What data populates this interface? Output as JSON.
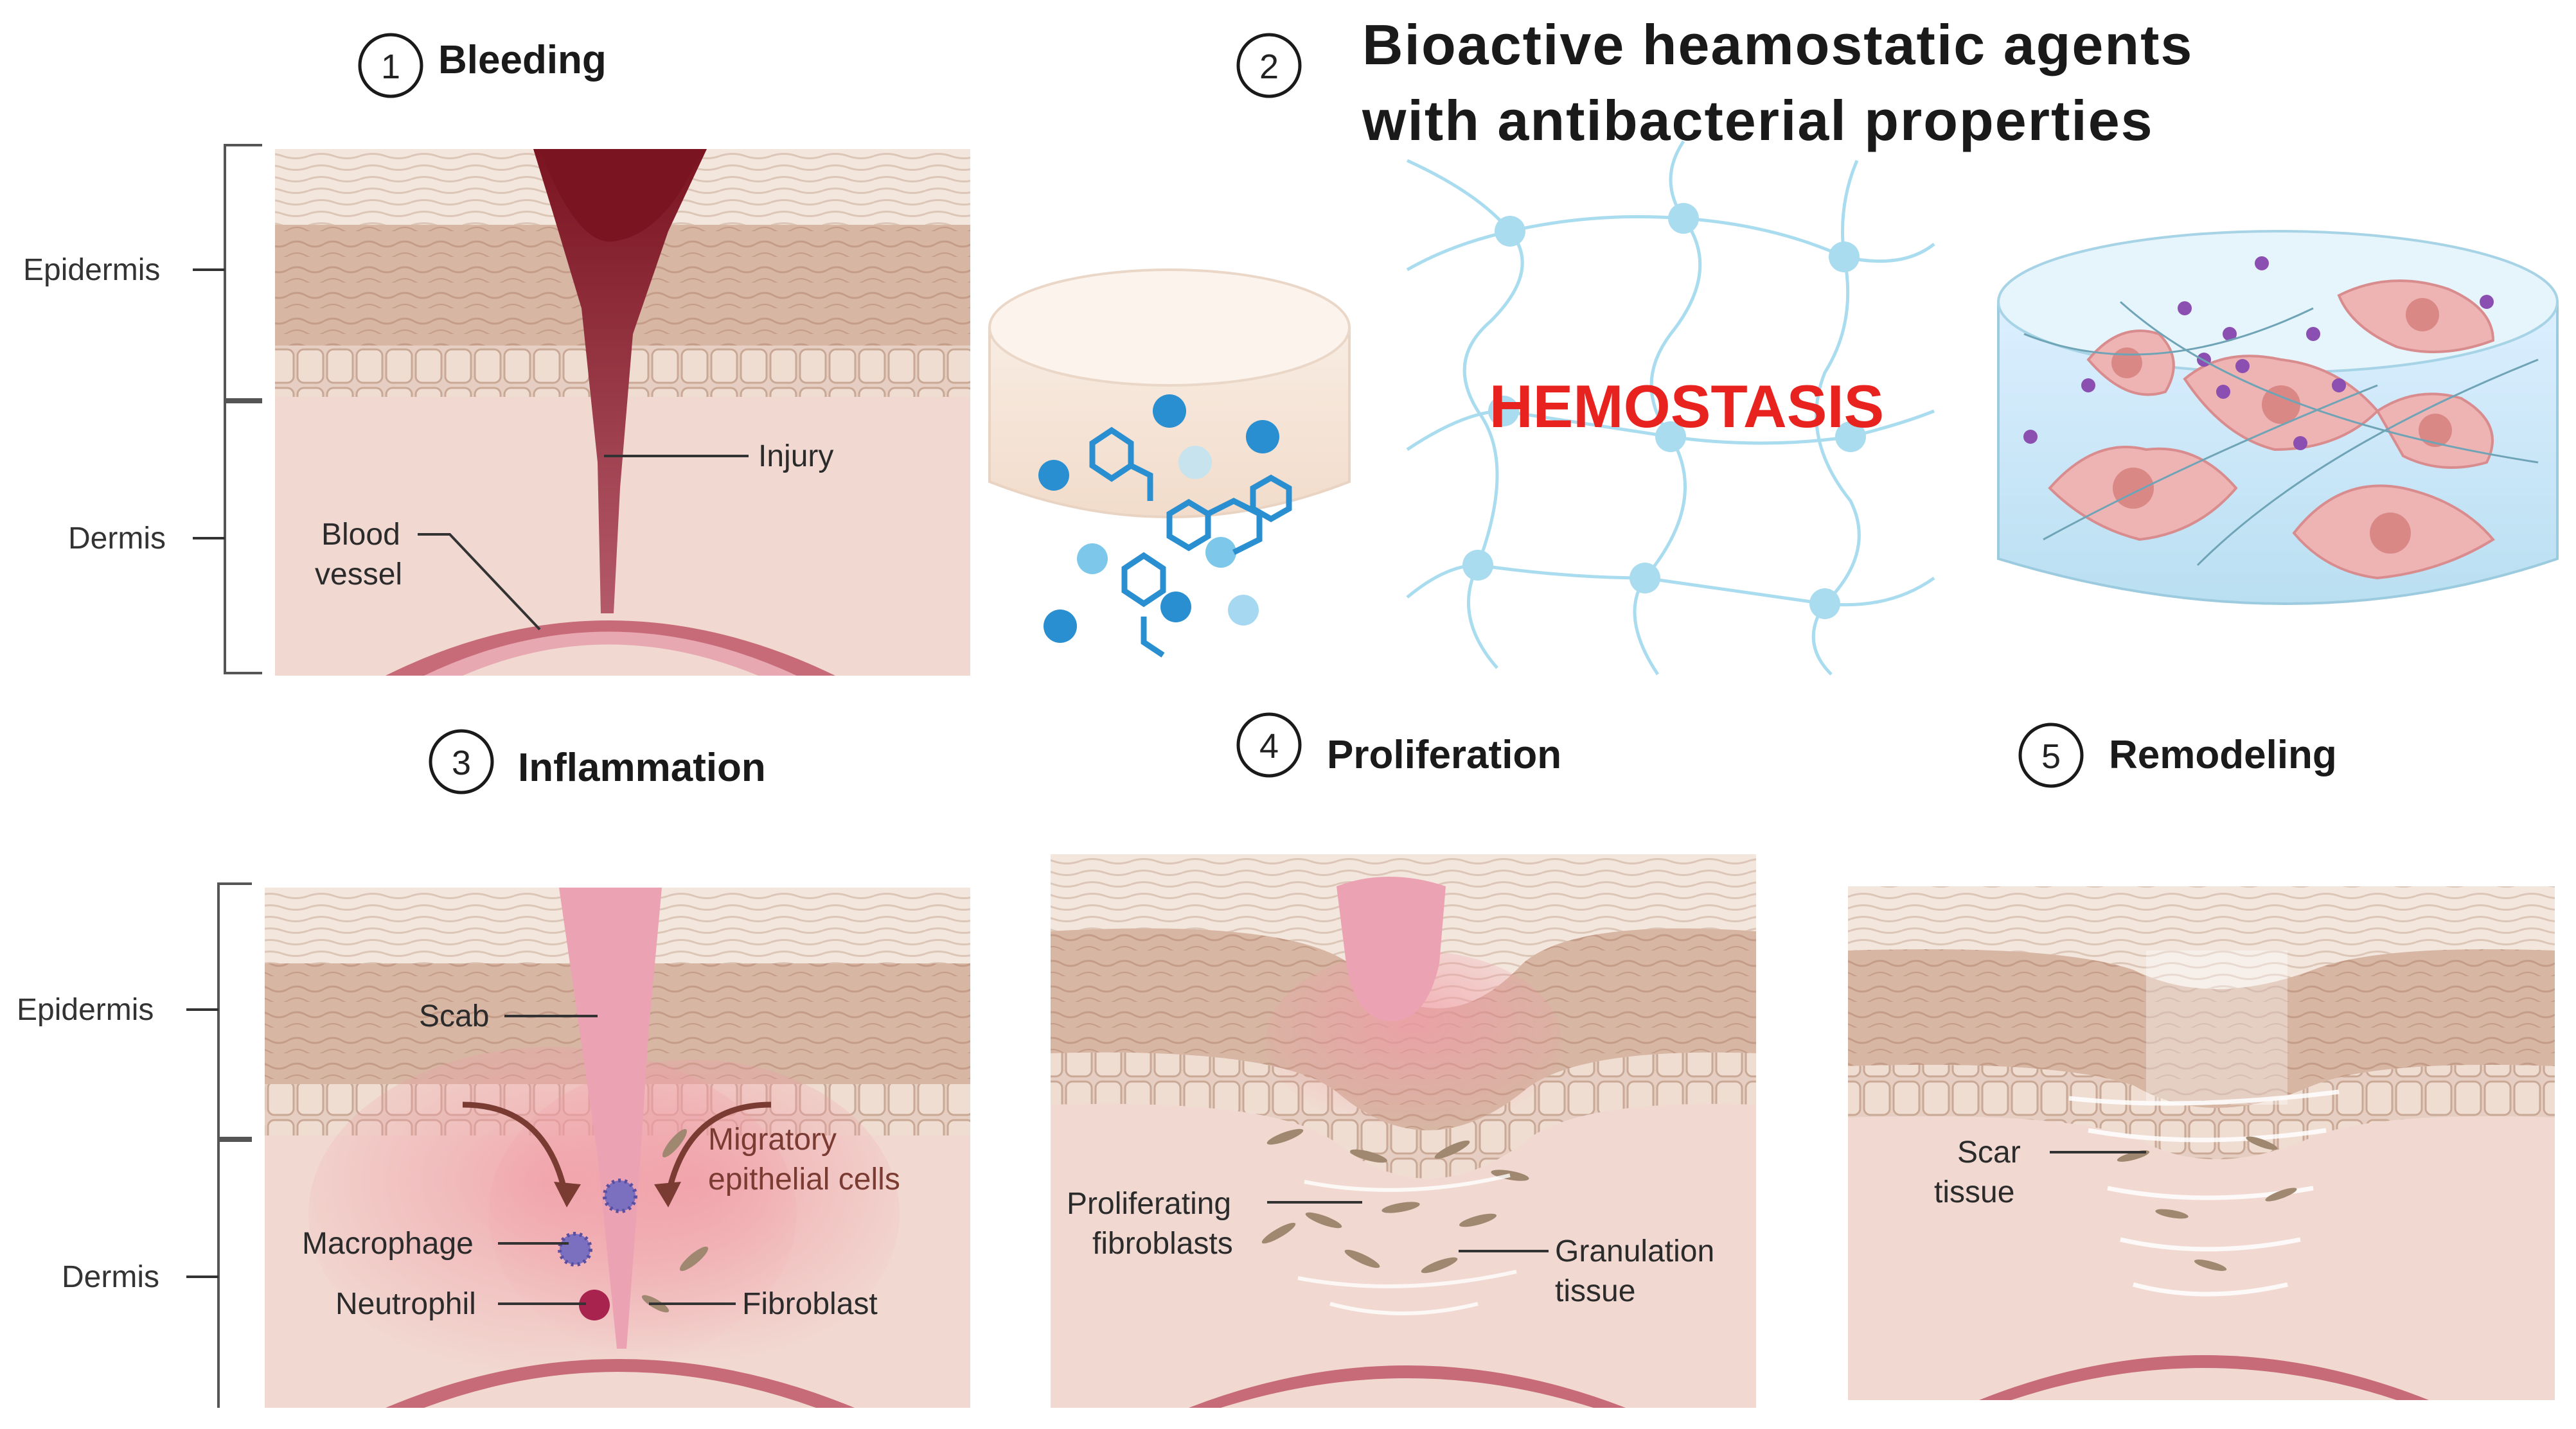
{
  "panels": {
    "bleeding": {
      "number": "1",
      "title": "Bleeding",
      "labels": {
        "injury": "Injury",
        "blood_vessel_1": "Blood",
        "blood_vessel_2": "vessel"
      }
    },
    "hemostasis": {
      "number": "2",
      "title_line1": "Bioactive heamostatic agents",
      "title_line2": "with antibacterial properties",
      "center_text": "HEMOSTASIS"
    },
    "inflammation": {
      "number": "3",
      "title": "Inflammation",
      "labels": {
        "scab": "Scab",
        "migratory_1": "Migratory",
        "migratory_2": "epithelial cells",
        "macrophage": "Macrophage",
        "neutrophil": "Neutrophil",
        "fibroblast": "Fibroblast"
      }
    },
    "proliferation": {
      "number": "4",
      "title": "Proliferation",
      "labels": {
        "prolif_1": "Proliferating",
        "prolif_2": "fibroblasts",
        "gran_1": "Granulation",
        "gran_2": "tissue"
      }
    },
    "remodeling": {
      "number": "5",
      "title": "Remodeling",
      "labels": {
        "scar_1": "Scar",
        "scar_2": "tissue"
      }
    }
  },
  "layers": {
    "epidermis": "Epidermis",
    "dermis": "Dermis"
  },
  "colors": {
    "epidermis": "#d9b9a7",
    "dermis": "#f1d9d1",
    "blood": "#8a1f2a",
    "vessel": "#c86b79",
    "scab": "#eba3b3",
    "hemostasis_text": "#e8231f",
    "network": "#a9dcef",
    "agent_blue": "#2a8fd0"
  }
}
